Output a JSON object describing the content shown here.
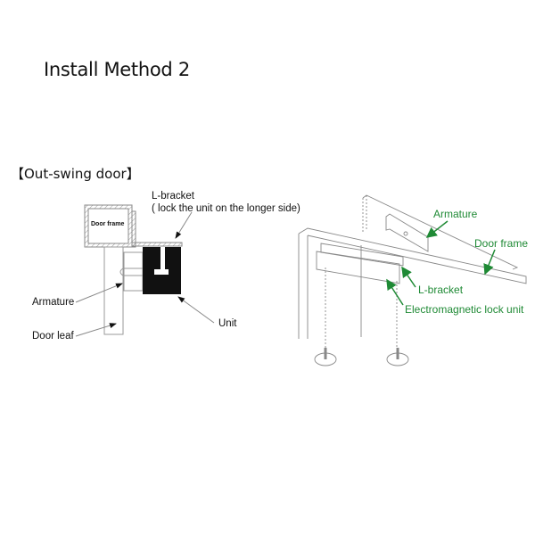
{
  "title": "Install Method 2",
  "subtitle": "【Out-swing door】",
  "left_diagram": {
    "door_frame": "Door frame",
    "l_bracket": "L-bracket",
    "l_bracket_note": "( lock the unit on the longer side)",
    "armature": "Armature",
    "door_leaf": "Door leaf",
    "unit": "Unit"
  },
  "right_diagram": {
    "armature": "Armature",
    "door_frame": "Door frame",
    "l_bracket": "L-bracket",
    "lock_unit": "Electromagnetic lock unit",
    "label_color": "#1f8a35"
  }
}
